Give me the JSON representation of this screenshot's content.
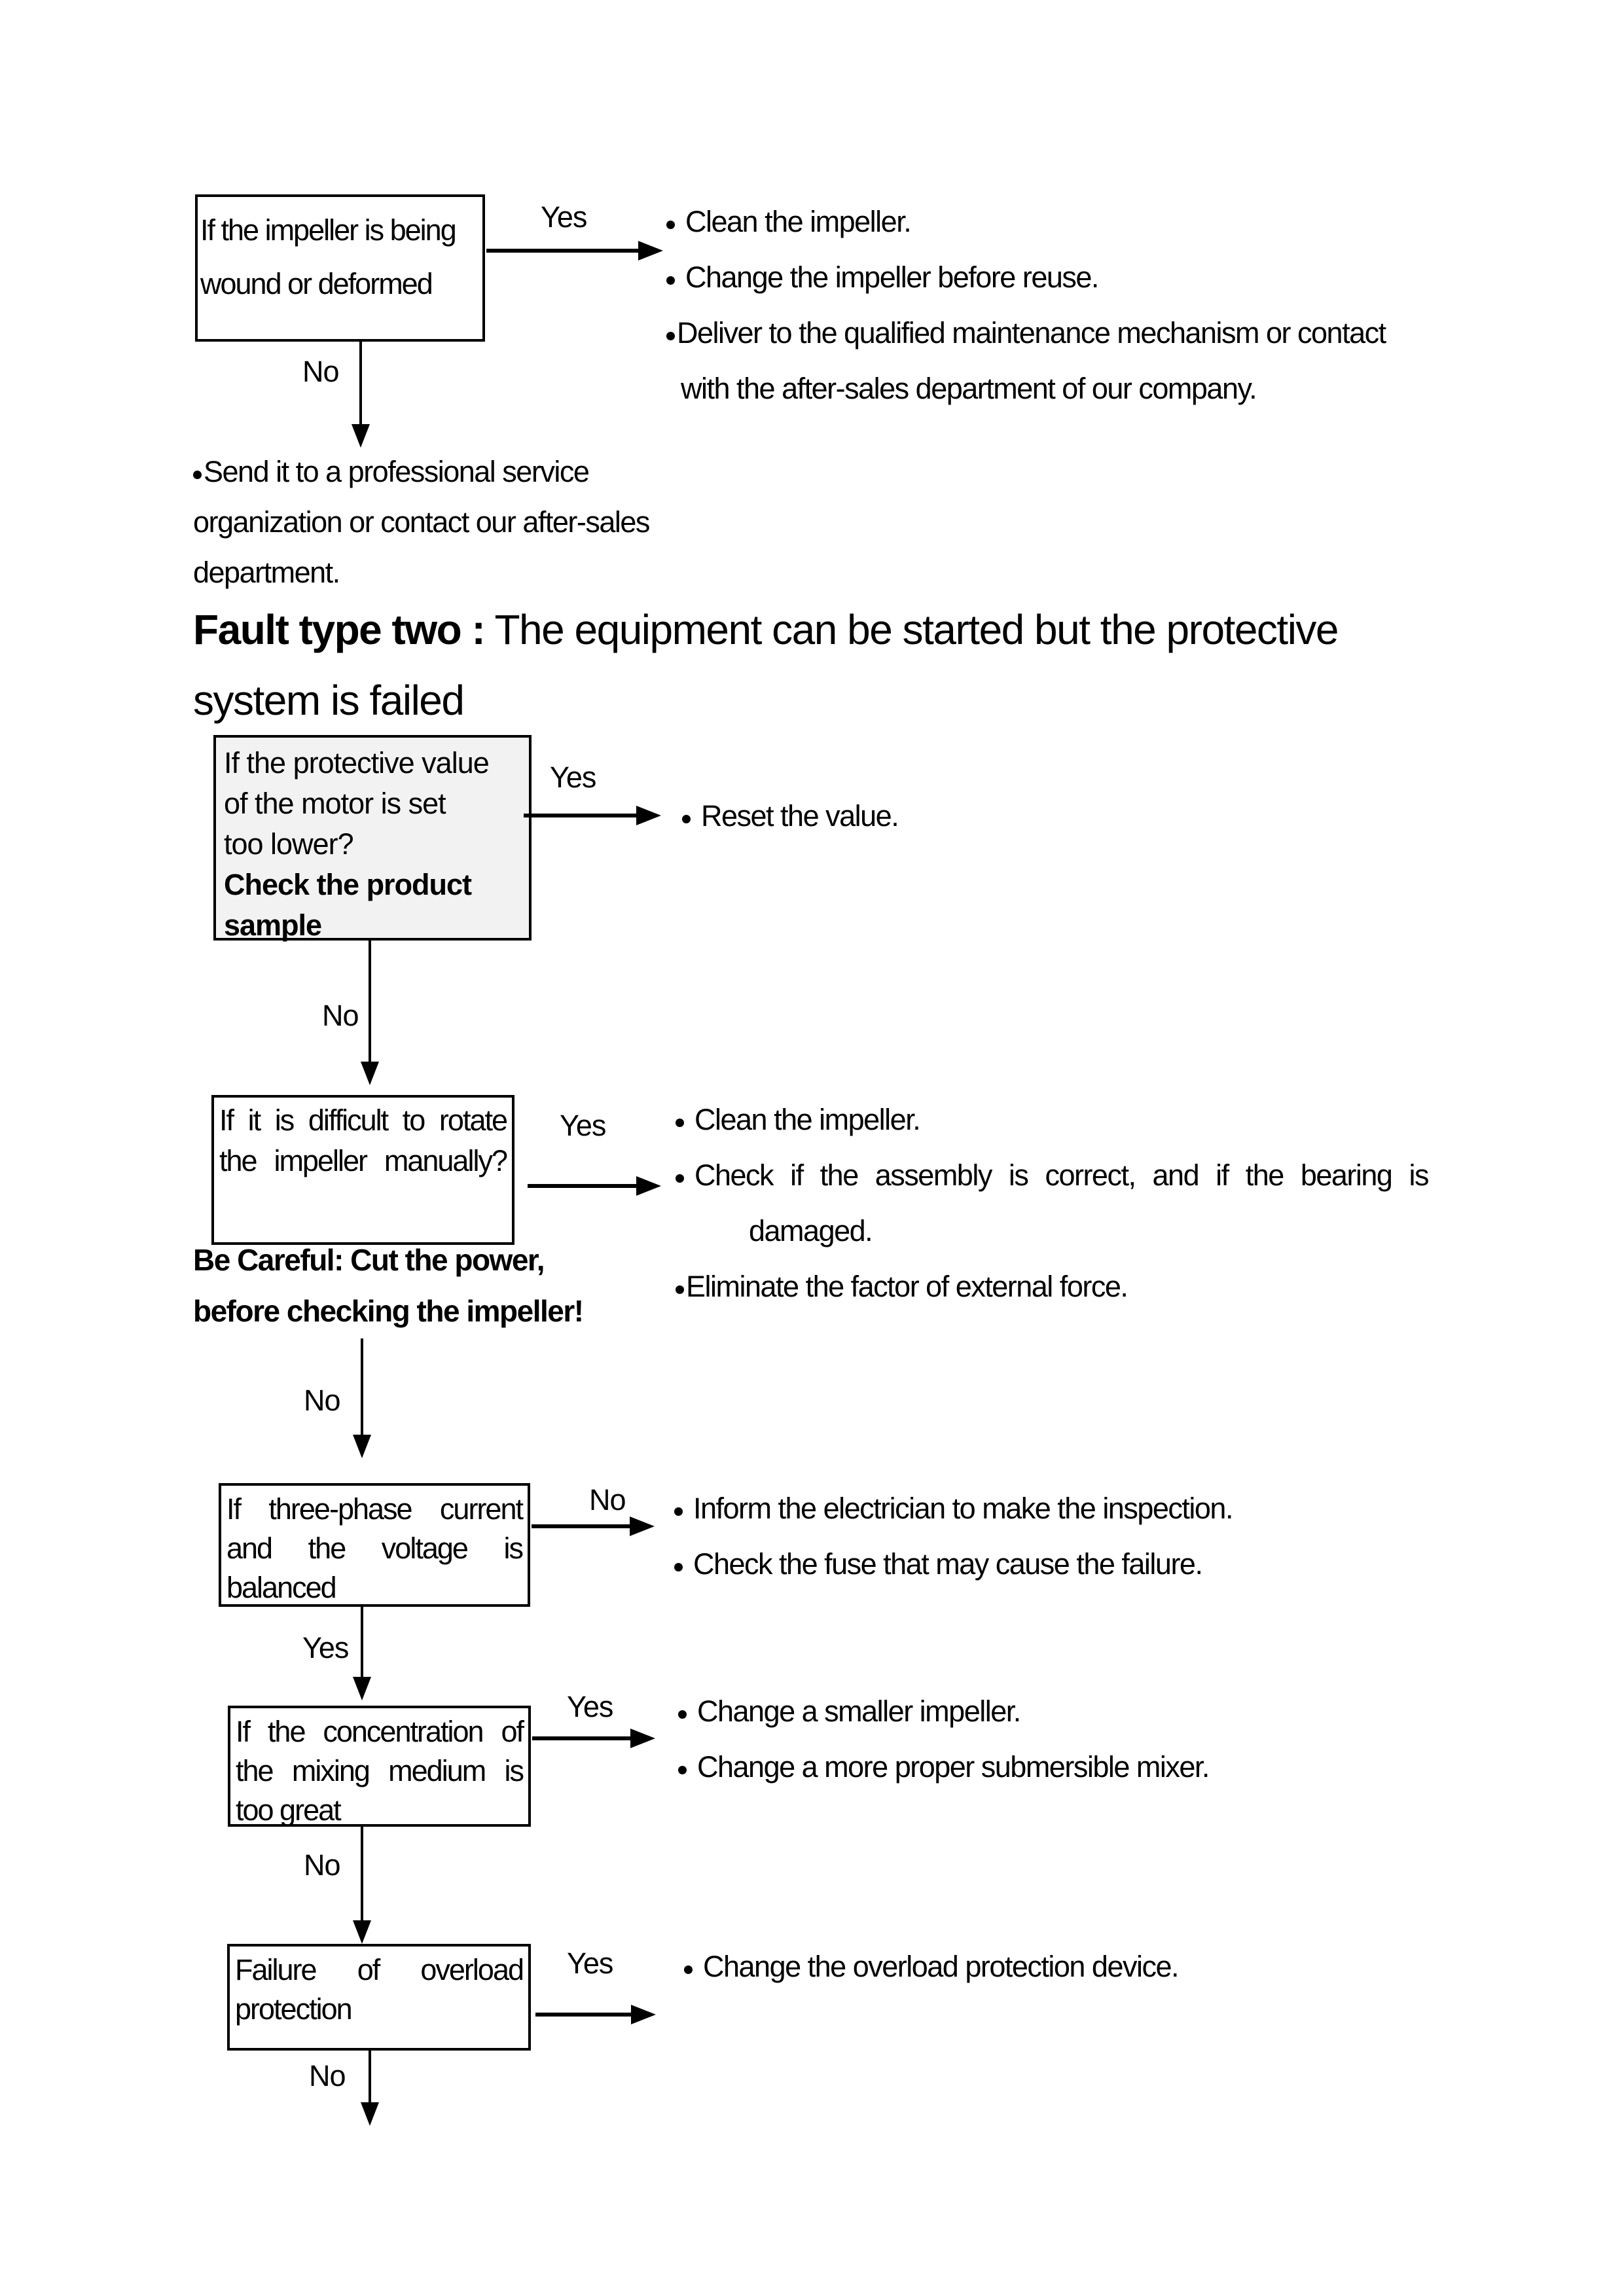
{
  "palette": {
    "ink": "#000000",
    "paper": "#ffffff",
    "box2_fill": "#f2f2f2"
  },
  "labels": {
    "yes": "Yes",
    "no": "No"
  },
  "heading": {
    "bold": "Fault type two :",
    "rest": "The equipment can be started but the protective",
    "line2": "system is failed"
  },
  "flow": {
    "box1": {
      "line1": "If the impeller is being",
      "line2": "wound or deformed"
    },
    "box2": {
      "line1": "If the protective value",
      "line2": "of the motor is set",
      "line3": "too lower?",
      "line4_bold": "Check the product",
      "line5_bold": "sample"
    },
    "box3": {
      "line1": "If it is difficult to rotate",
      "line2": "the impeller manually?"
    },
    "box4": {
      "line1": "If three-phase current",
      "line2": "and the voltage is",
      "line3": "balanced"
    },
    "box5": {
      "line1": "If the concentration of",
      "line2": "the mixing medium is",
      "line3": "too great"
    },
    "box6": {
      "line1": "Failure of overload",
      "line2": "protection"
    }
  },
  "no_branch1": {
    "line1": "Send it to a professional service",
    "line2": "organization or contact our after-sales",
    "line3": "department."
  },
  "warning": {
    "line1": "Be Careful: Cut the power,",
    "line2": "before checking the impeller!"
  },
  "results": {
    "r1": [
      "Clean the impeller.",
      "Change the impeller before reuse.",
      "Deliver to the qualified maintenance mechanism or contact",
      "with   the after-sales department of our company."
    ],
    "r2": [
      "Reset the value."
    ],
    "r3": [
      "Clean the impeller.",
      "Check if the assembly is correct, and if the bearing is",
      "damaged.",
      "Eliminate the factor of external force."
    ],
    "r4": [
      "Inform the electrician to make the inspection.",
      "Check the fuse that may cause the failure."
    ],
    "r5": [
      "Change a smaller impeller.",
      "Change a more proper submersible mixer."
    ],
    "r6": [
      "Change the overload protection device."
    ]
  }
}
